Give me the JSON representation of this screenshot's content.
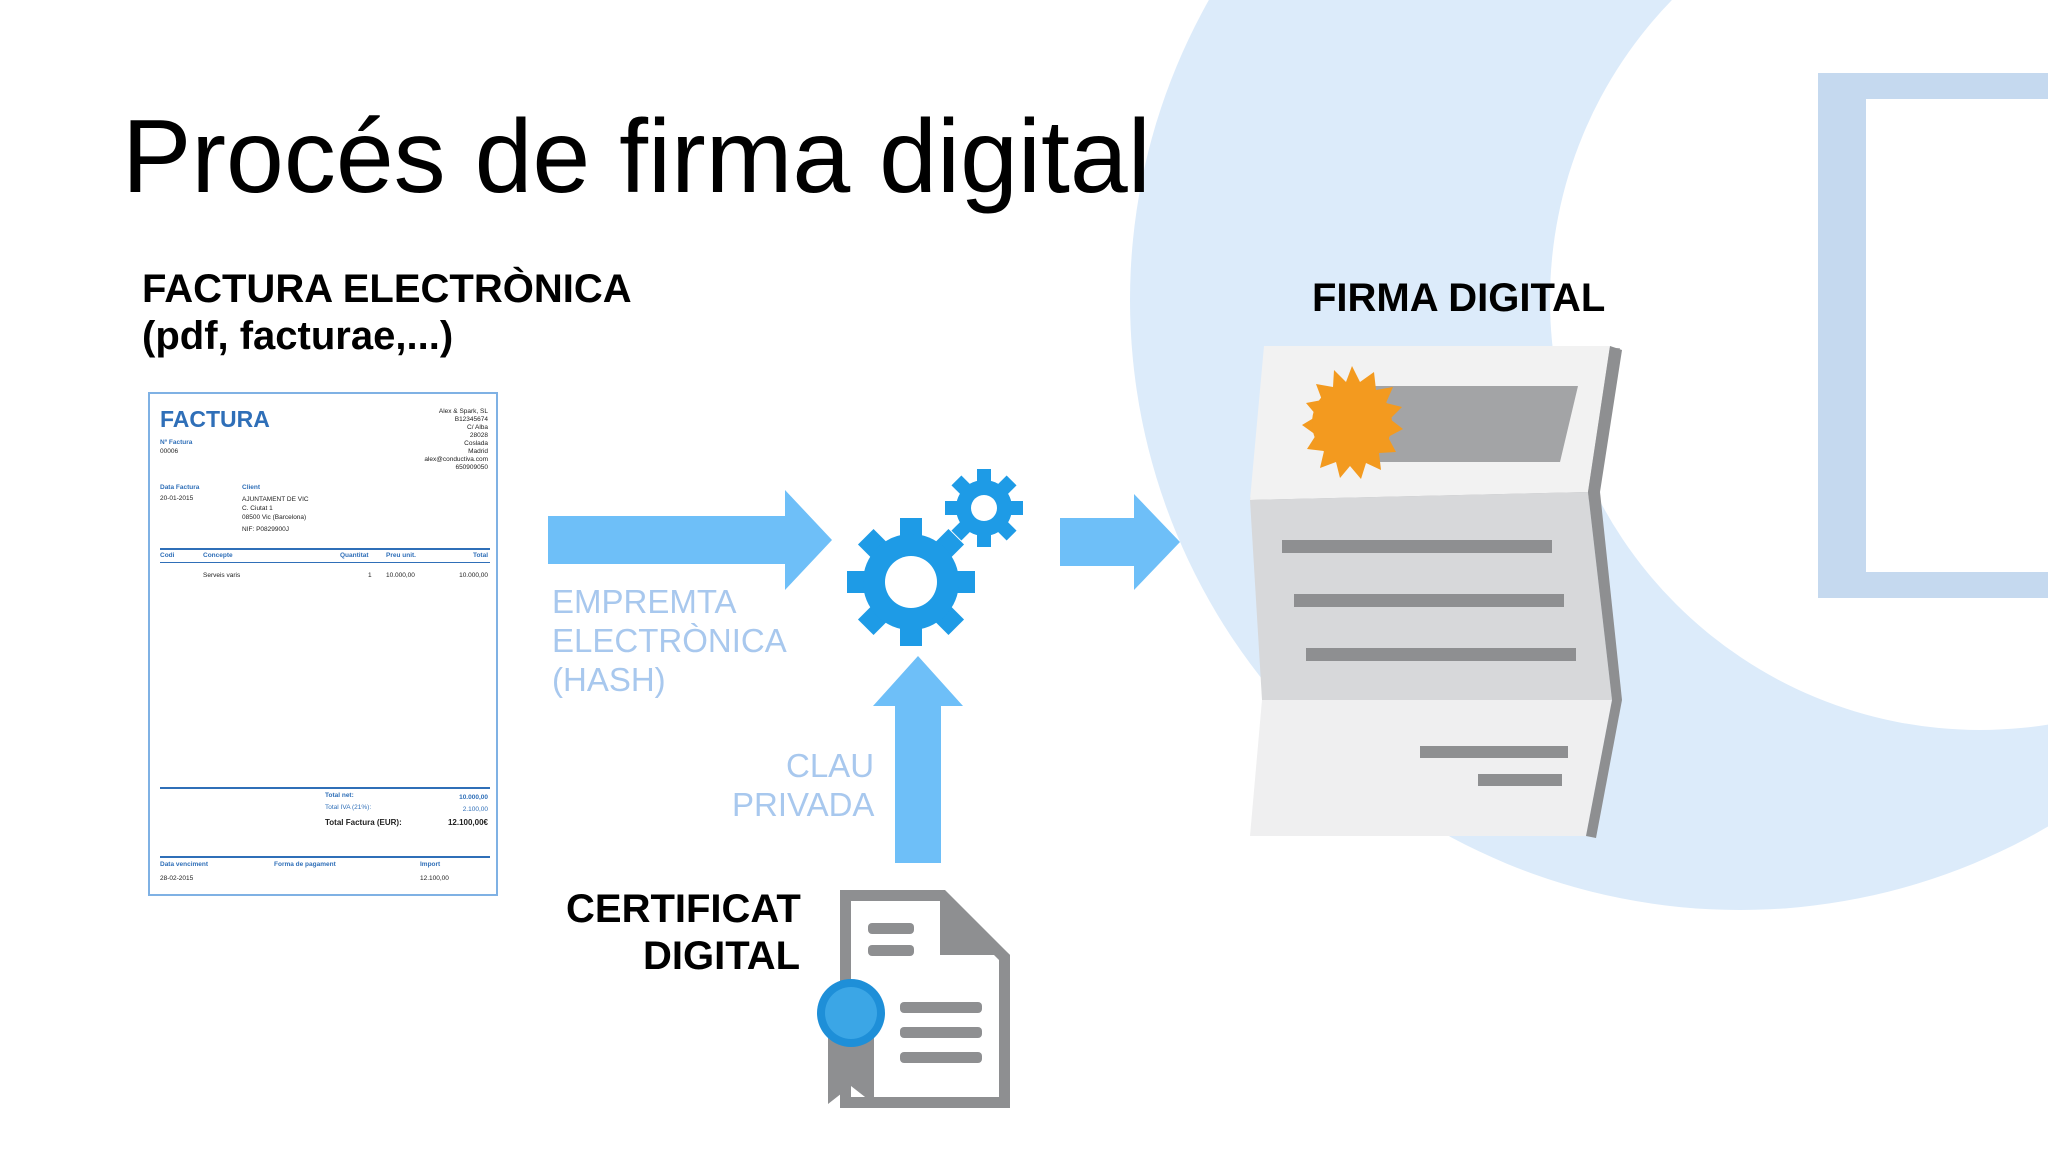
{
  "title": "Procés de firma digital",
  "labels": {
    "invoice_heading_1": "FACTURA ELECTRÒNICA",
    "invoice_heading_2": "(pdf, facturae,...)",
    "signature_heading": "FIRMA DIGITAL",
    "hash_1": "EMPREMTA",
    "hash_2": "ELECTRÒNICA",
    "hash_3": "(HASH)",
    "key_1": "CLAU",
    "key_2": "PRIVADA",
    "cert_1": "CERTIFICAT",
    "cert_2": "DIGITAL"
  },
  "invoice": {
    "title": "FACTURA",
    "company": [
      "Alex & Spark, SL",
      "B12345674",
      "C/ Alba",
      "28028",
      "Coslada",
      "Madrid",
      "alex@conductiva.com",
      "650909050"
    ],
    "number_label": "Nº Factura",
    "number": "00006",
    "date_label": "Data Factura",
    "date": "20-01-2015",
    "client_label": "Client",
    "client": [
      "AJUNTAMENT DE VIC",
      "C. Ciutat 1",
      "08500 Vic (Barcelona)",
      "NIF: P0829900J"
    ],
    "columns": [
      "Codi",
      "Concepte",
      "Quantitat",
      "Preu unit.",
      "Total"
    ],
    "row": {
      "concept": "Serveis varis",
      "qty": "1",
      "unit": "10.000,00",
      "total": "10.000,00"
    },
    "net_label": "Total net:",
    "net": "10.000,00",
    "iva_label": "Total IVA (21%):",
    "iva": "2.100,00",
    "total_label": "Total Factura (EUR):",
    "total": "12.100,00€",
    "footer_columns": [
      "Data venciment",
      "Forma de pagament",
      "Import"
    ],
    "due_date": "28-02-2015",
    "import": "12.100,00"
  },
  "colors": {
    "arrow": "#6ebff8",
    "gear": "#1e9be6",
    "title_text": "#000000",
    "soft_text": "#a8c8ee",
    "background_circle": "#dcecfa",
    "seal": "#f39a1f"
  }
}
